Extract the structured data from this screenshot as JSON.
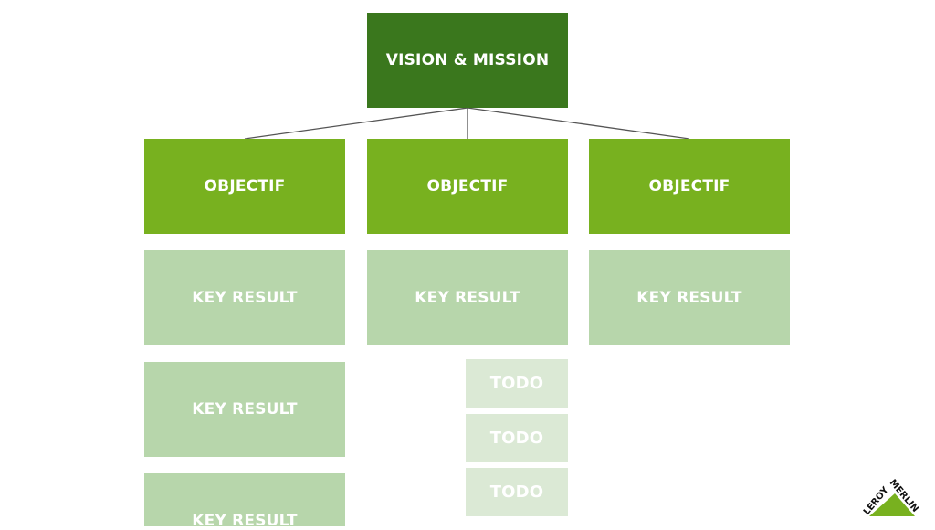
{
  "vision": {
    "label": "VISION & MISSION"
  },
  "objectives": [
    {
      "label": "OBJECTIF"
    },
    {
      "label": "OBJECTIF"
    },
    {
      "label": "OBJECTIF"
    }
  ],
  "key_results": {
    "col1": [
      {
        "label": "KEY RESULT"
      },
      {
        "label": "KEY RESULT"
      },
      {
        "label": "KEY RESULT"
      }
    ],
    "col2": [
      {
        "label": "KEY RESULT"
      }
    ],
    "col3": [
      {
        "label": "KEY RESULT"
      }
    ]
  },
  "todos": [
    {
      "label": "TODO"
    },
    {
      "label": "TODO"
    },
    {
      "label": "TODO"
    }
  ],
  "logo": {
    "text": "LEROY MERLIN"
  },
  "colors": {
    "vision": "#3a771d",
    "objective": "#78b11f",
    "key_result": "#b7d6ab",
    "todo": "#dbe9d5",
    "logo": "#78b11f"
  }
}
